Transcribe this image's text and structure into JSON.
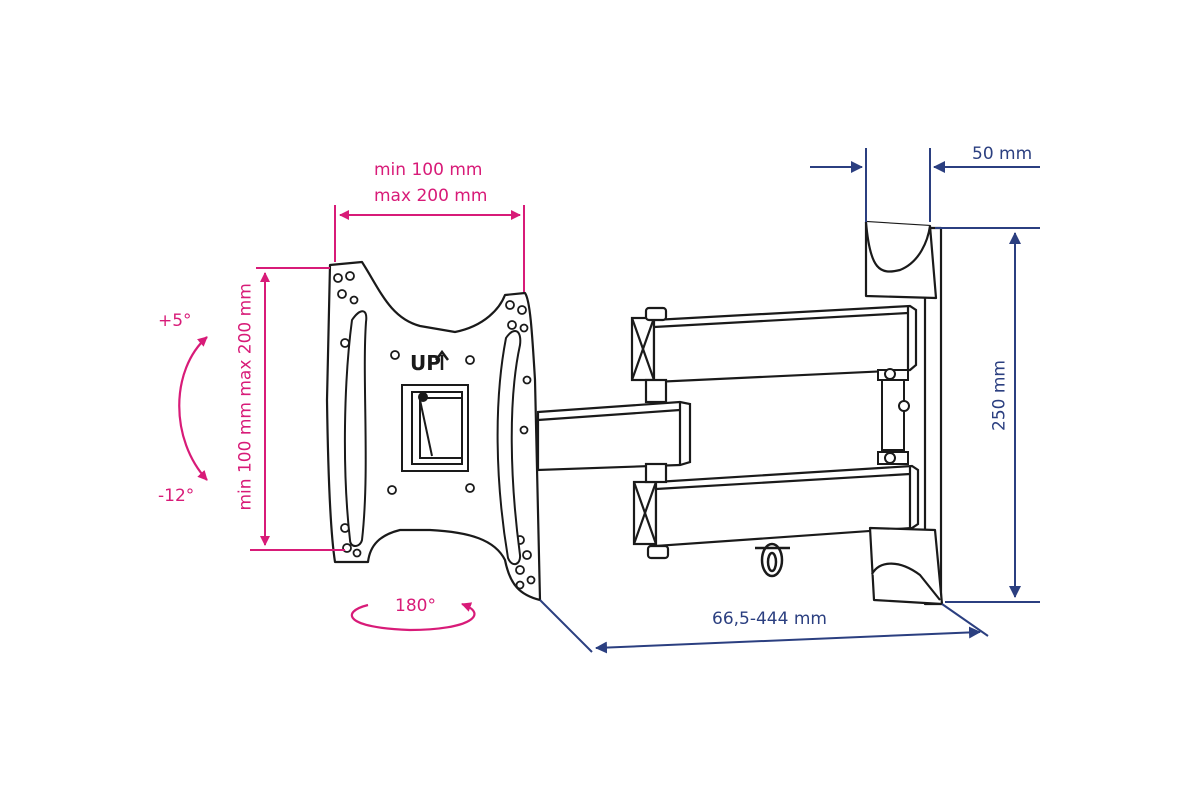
{
  "labels": {
    "vesa_h_min": "min 100 mm",
    "vesa_h_max": "max 200 mm",
    "vesa_v": "min 100 mm max 200 mm",
    "tilt_up": "+5°",
    "tilt_down": "-12°",
    "swivel": "180°",
    "wall_plate_depth": "50 mm",
    "wall_plate_height": "250 mm",
    "extension_range": "66,5-444 mm",
    "up_mark": "UP"
  },
  "colors": {
    "dimension_pink": "#d81b78",
    "dimension_blue": "#2b3f80",
    "drawing_line": "#1a1a1a"
  },
  "icons": {
    "up_arrow": "up-arrow-icon",
    "tilt_arrow": "curved-double-arrow-icon",
    "swivel_arrow": "rotation-arrow-icon"
  }
}
